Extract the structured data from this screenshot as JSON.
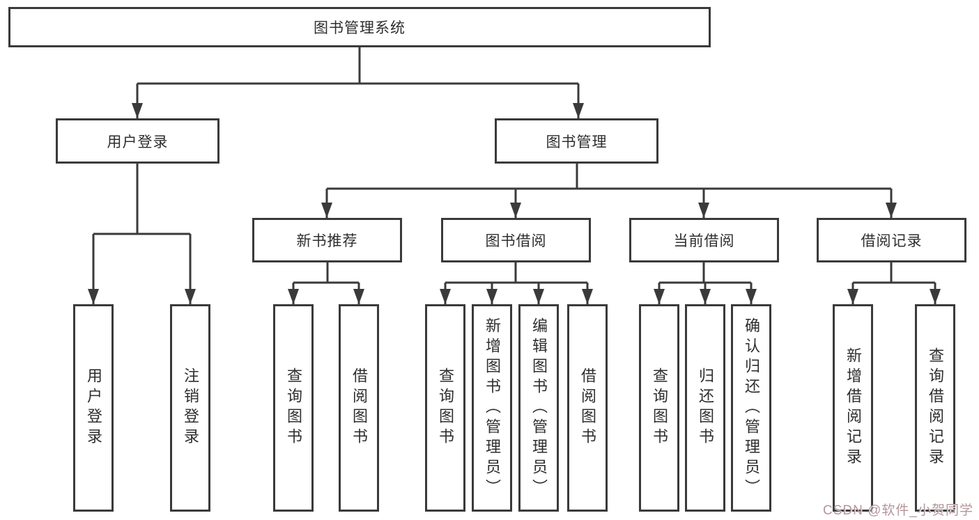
{
  "diagram": {
    "title": "图书管理系统",
    "type": "hierarchy-tree",
    "watermark": "CSDN @软件_小贺同学",
    "colors": {
      "line": "#3a3a3a",
      "box_border": "#3a3a3a",
      "text": "#2e2e2e",
      "background": "#ffffff",
      "watermark": "#b3969b"
    }
  },
  "nodes": {
    "root": {
      "label": "图书管理系统",
      "children": [
        "user_login",
        "book_mgmt"
      ]
    },
    "user_login": {
      "label": "用户登录",
      "children": [
        "leaf_user_login",
        "leaf_logout"
      ]
    },
    "book_mgmt": {
      "label": "图书管理",
      "children": [
        "new_book_rec",
        "book_borrow",
        "current_borrow",
        "borrow_records"
      ]
    },
    "leaf_user_login": {
      "label": "用户登录",
      "children": []
    },
    "leaf_logout": {
      "label": "注销登录",
      "children": []
    },
    "new_book_rec": {
      "label": "新书推荐",
      "children": [
        "nbr_query",
        "nbr_borrow"
      ]
    },
    "book_borrow": {
      "label": "图书借阅",
      "children": [
        "bb_query",
        "bb_add",
        "bb_edit",
        "bb_borrow"
      ]
    },
    "current_borrow": {
      "label": "当前借阅",
      "children": [
        "cb_query",
        "cb_return",
        "cb_confirm"
      ]
    },
    "borrow_records": {
      "label": "借阅记录",
      "children": [
        "br_add",
        "br_query"
      ]
    },
    "nbr_query": {
      "label": "查询图书",
      "children": []
    },
    "nbr_borrow": {
      "label": "借阅图书",
      "children": []
    },
    "bb_query": {
      "label": "查询图书",
      "children": []
    },
    "bb_add": {
      "label": "新增图书（管理员）",
      "children": []
    },
    "bb_edit": {
      "label": "编辑图书（管理员）",
      "children": []
    },
    "bb_borrow": {
      "label": "借阅图书",
      "children": []
    },
    "cb_query": {
      "label": "查询图书",
      "children": []
    },
    "cb_return": {
      "label": "归还图书",
      "children": []
    },
    "cb_confirm": {
      "label": "确认归还（管理员）",
      "children": []
    },
    "br_add": {
      "label": "新增借阅记录",
      "children": []
    },
    "br_query": {
      "label": "查询借阅记录",
      "children": []
    }
  }
}
